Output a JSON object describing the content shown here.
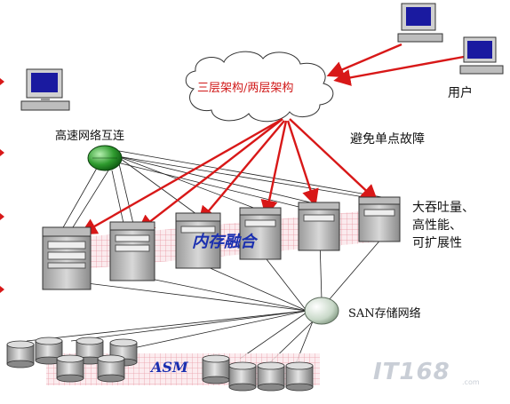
{
  "labels": {
    "cloud": "三层架构/两层架构",
    "user": "用户",
    "hs_network": "高速网络互连",
    "no_single_point": "避免单点故障",
    "benefits": [
      "大吞吐量、",
      "高性能、",
      "可扩展性"
    ],
    "memory_fusion": "内存融合",
    "san": "SAN存储网络",
    "asm": "ASM"
  },
  "watermark": {
    "text": "IT168",
    "domain": ".com"
  },
  "colors": {
    "red_arrow": "#d81818",
    "grid_band": "#e8a0a8",
    "label_blue": "#1a2fb0",
    "switch_green": "#2e9a2e",
    "san_switch": "#c8d8c8"
  },
  "icons": [
    "workstation-icon",
    "server-icon",
    "disk-icon",
    "network-switch-icon",
    "cloud-icon",
    "red-bullet-icon"
  ]
}
